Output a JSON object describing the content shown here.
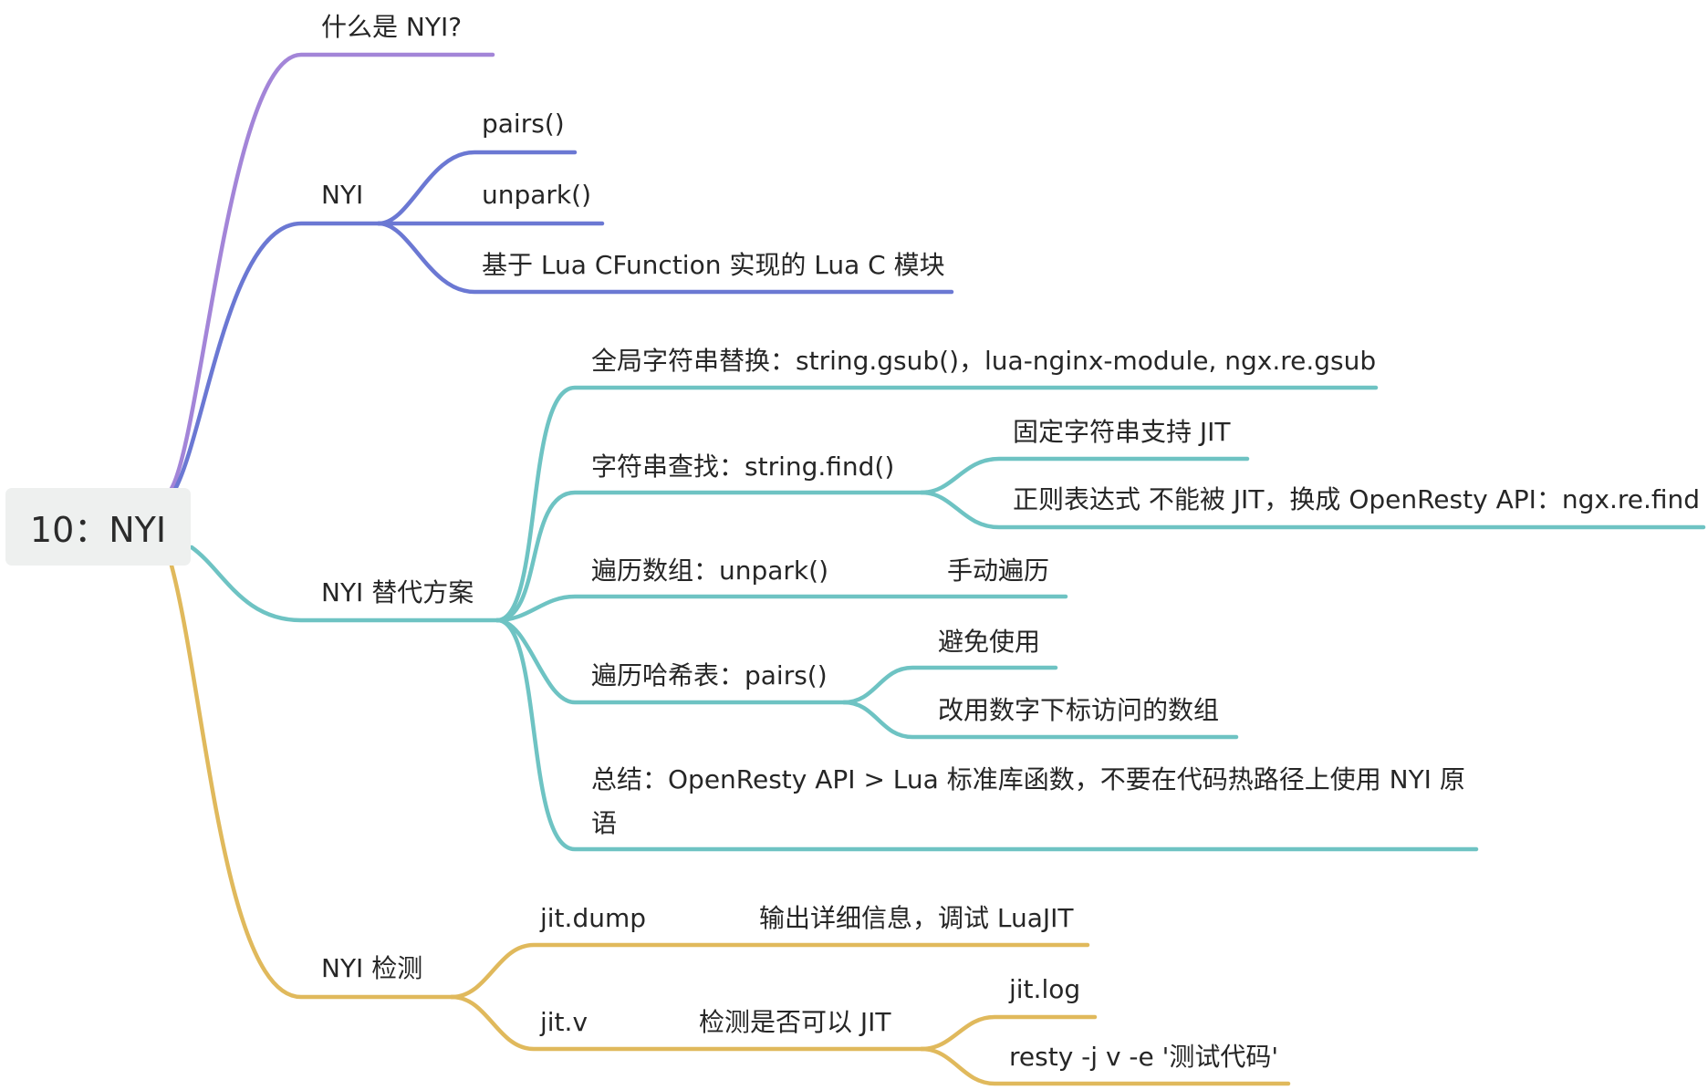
{
  "root": {
    "label": "10：NYI"
  },
  "colors": {
    "purple": "#a385d8",
    "indigo": "#6b78d3",
    "teal": "#6ec3c3",
    "gold": "#e0b95c"
  },
  "branches": {
    "what_is": {
      "label": "什么是 NYI?"
    },
    "nyi": {
      "label": "NYI",
      "children": [
        "pairs()",
        "unpark()",
        "基于 Lua CFunction 实现的 Lua C 模块"
      ]
    },
    "alternatives": {
      "label": "NYI 替代方案",
      "gsub": "全局字符串替换：string.gsub()，lua-nginx-module, ngx.re.gsub",
      "find": {
        "label": "字符串查找：string.find()",
        "children": [
          "固定字符串支持 JIT",
          "正则表达式 不能被 JIT，换成 OpenResty API：ngx.re.find"
        ]
      },
      "array": {
        "label": "遍历数组：unpark()",
        "child": "手动遍历"
      },
      "hash": {
        "label": "遍历哈希表：pairs()",
        "children": [
          "避免使用",
          "改用数字下标访问的数组"
        ]
      },
      "summary": "总结：OpenResty API > Lua 标准库函数，不要在代码热路径上使用 NYI 原语"
    },
    "detect": {
      "label": "NYI 检测",
      "dump": {
        "label": "jit.dump",
        "child": "输出详细信息，调试 LuaJIT"
      },
      "v": {
        "label": "jit.v",
        "child": "检测是否可以 JIT",
        "children": [
          "jit.log",
          "resty -j v -e '测试代码'"
        ]
      }
    }
  }
}
